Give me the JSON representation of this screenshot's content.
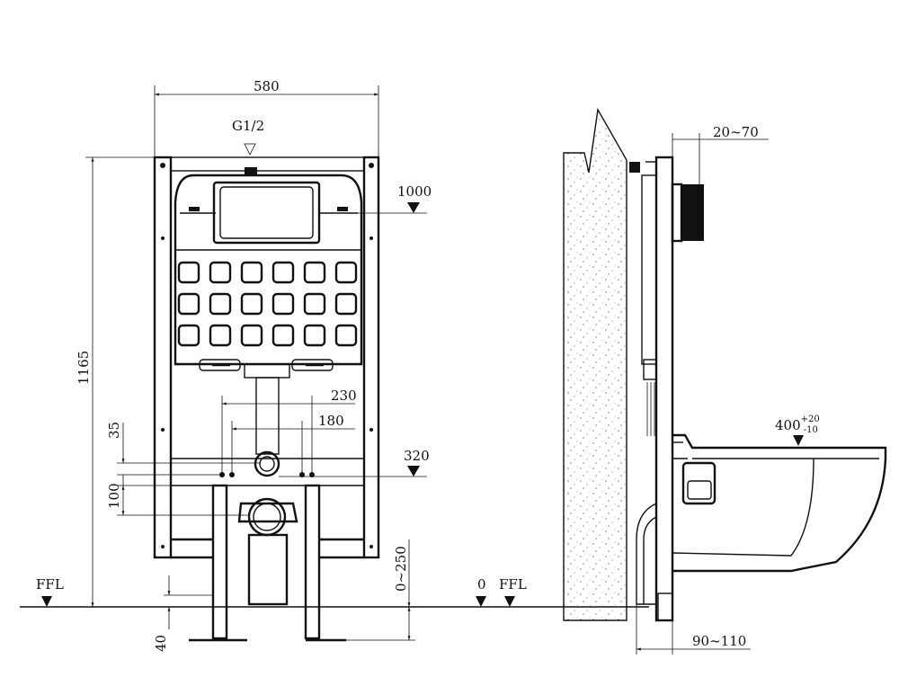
{
  "front_view": {
    "width_dim": "580",
    "inlet_label": "G1/2",
    "height_dim": "1165",
    "flush_height": "1000",
    "spacing_outer": "230",
    "spacing_inner": "180",
    "offset_35": "35",
    "offset_100": "100",
    "drain_height": "320",
    "leg_adjust": "0~250",
    "foot_dim": "40",
    "floor_label": "FFL"
  },
  "side_view": {
    "plate_depth": "20~70",
    "seat_height_base": "400",
    "seat_tol_plus": "+20",
    "seat_tol_minus": "-10",
    "zero_label": "0",
    "floor_label": "FFL",
    "wall_gap": "90~110"
  },
  "colors": {
    "line": "#111111",
    "background": "#ffffff"
  }
}
